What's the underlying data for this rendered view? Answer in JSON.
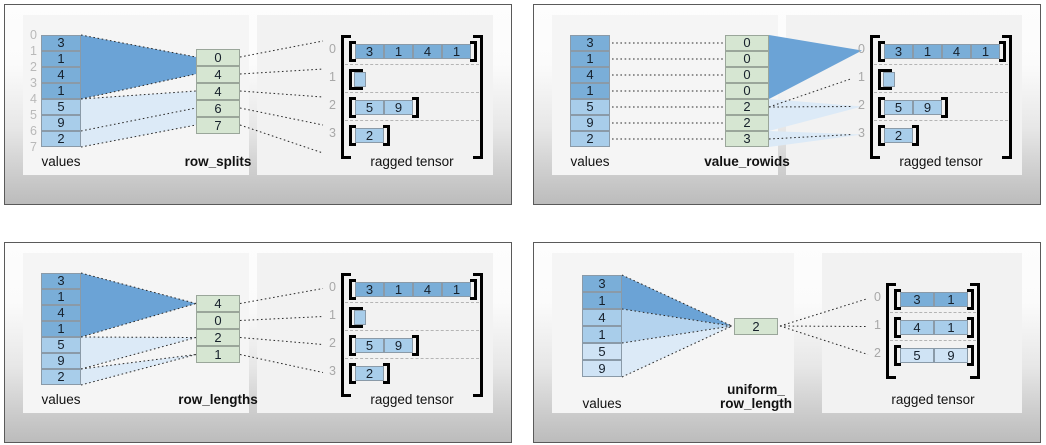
{
  "panels": [
    {
      "id": "row-splits",
      "values_label": "values",
      "meta_label": "row_splits",
      "tensor_label": "ragged tensor",
      "show_value_indices": true,
      "value_indices": [
        "0",
        "1",
        "2",
        "3",
        "4",
        "5",
        "6",
        "7"
      ],
      "values": [
        "3",
        "1",
        "4",
        "1",
        "5",
        "9",
        "2"
      ],
      "value_shades": [
        0,
        0,
        0,
        0,
        1,
        1,
        1
      ],
      "meta": [
        "0",
        "4",
        "4",
        "6",
        "7"
      ],
      "tensor_row_indices": [
        "0",
        "1",
        "2",
        "3"
      ],
      "tensor_rows": [
        [
          "3",
          "1",
          "4",
          "1"
        ],
        [],
        [
          "5",
          "9"
        ],
        [
          "2"
        ]
      ],
      "tensor_row_shades": [
        0,
        1,
        1,
        1
      ]
    },
    {
      "id": "value-rowids",
      "values_label": "values",
      "meta_label": "value_rowids",
      "tensor_label": "ragged tensor",
      "show_value_indices": false,
      "value_indices": [],
      "values": [
        "3",
        "1",
        "4",
        "1",
        "5",
        "9",
        "2"
      ],
      "value_shades": [
        0,
        0,
        0,
        0,
        1,
        1,
        1
      ],
      "meta": [
        "0",
        "0",
        "0",
        "0",
        "2",
        "2",
        "3"
      ],
      "tensor_row_indices": [
        "0",
        "1",
        "2",
        "3"
      ],
      "tensor_rows": [
        [
          "3",
          "1",
          "4",
          "1"
        ],
        [],
        [
          "5",
          "9"
        ],
        [
          "2"
        ]
      ],
      "tensor_row_shades": [
        0,
        1,
        1,
        1
      ]
    },
    {
      "id": "row-lengths",
      "values_label": "values",
      "meta_label": "row_lengths",
      "tensor_label": "ragged tensor",
      "show_value_indices": false,
      "value_indices": [],
      "values": [
        "3",
        "1",
        "4",
        "1",
        "5",
        "9",
        "2"
      ],
      "value_shades": [
        0,
        0,
        0,
        0,
        1,
        1,
        1
      ],
      "meta": [
        "4",
        "0",
        "2",
        "1"
      ],
      "tensor_row_indices": [
        "0",
        "1",
        "2",
        "3"
      ],
      "tensor_rows": [
        [
          "3",
          "1",
          "4",
          "1"
        ],
        [],
        [
          "5",
          "9"
        ],
        [
          "2"
        ]
      ],
      "tensor_row_shades": [
        0,
        1,
        1,
        1
      ]
    },
    {
      "id": "uniform-row-length",
      "values_label": "values",
      "meta_label": "uniform_\nrow_length",
      "tensor_label": "ragged tensor",
      "show_value_indices": false,
      "value_indices": [],
      "values": [
        "3",
        "1",
        "4",
        "1",
        "5",
        "9"
      ],
      "value_shades": [
        0,
        0,
        1,
        1,
        2,
        2
      ],
      "meta": [
        "2"
      ],
      "tensor_row_indices": [
        "0",
        "1",
        "2"
      ],
      "tensor_rows": [
        [
          "3",
          "1"
        ],
        [
          "4",
          "1"
        ],
        [
          "5",
          "9"
        ]
      ],
      "tensor_row_shades": [
        0,
        1,
        2
      ]
    }
  ],
  "colors": {
    "shade_dark": "#7aaed8",
    "shade_mid": "#a8cdea",
    "shade_light": "#cfe3f5",
    "green": "#d6e6d2",
    "wedge_dark": "#6ba3d6",
    "wedge_mid": "#b4d3ee",
    "wedge_light": "#dceaf7",
    "bracket": "#000000",
    "index_text": "#b9b9b9",
    "panel_border": "#5a5a5a"
  }
}
